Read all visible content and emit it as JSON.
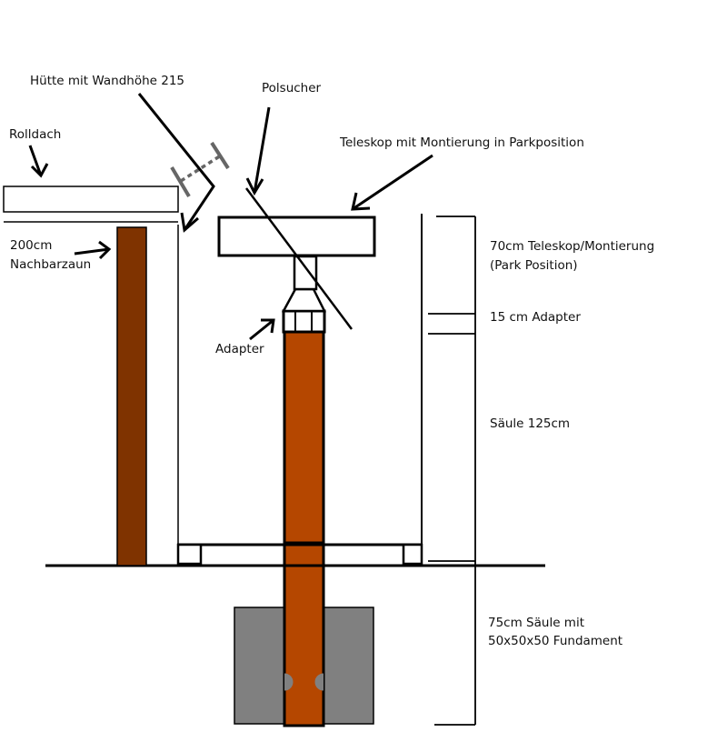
{
  "labels": {
    "huette": "Hütte mit Wandhöhe 215",
    "polsucher": "Polsucher",
    "rolldach": "Rolldach",
    "teleskop": "Teleskop mit Montierung in Parkposition",
    "nachbarzaun_line1": "200cm",
    "nachbarzaun_line2": "Nachbarzaun",
    "adapter": "Adapter",
    "dim_teleskop_line1": "70cm Teleskop/Montierung",
    "dim_teleskop_line2": "(Park Position)",
    "dim_adapter": "15 cm Adapter",
    "dim_saeule": "Säule 125cm",
    "dim_fundament_line1": "75cm Säule mit",
    "dim_fundament_line2": "50x50x50 Fundament"
  },
  "colors": {
    "pillar": "#B54700",
    "fence": "#7F3300",
    "foundation": "#808080",
    "ink": "#000000",
    "dotted": "#666666"
  }
}
